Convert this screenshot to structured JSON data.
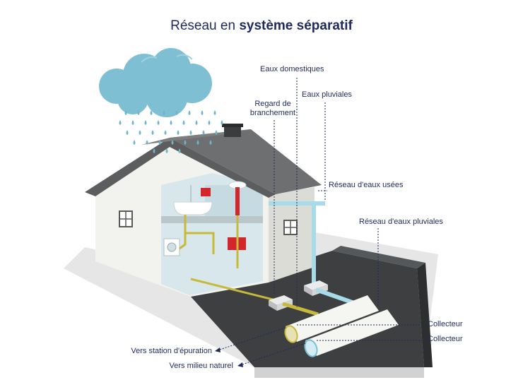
{
  "title": {
    "prefix": "Réseau en ",
    "bold": "système séparatif"
  },
  "labels": {
    "eaux_domestiques": "Eaux domestiques",
    "eaux_pluviales": "Eaux pluviales",
    "regard_line1": "Regard de",
    "regard_line2": "branchement",
    "reseau_eaux_usees": "Réseau d'eaux usées",
    "reseau_eaux_pluviales": "Réseau d'eaux pluviales",
    "collecteur_1": "Collecteur",
    "collecteur_2": "Collecteur",
    "vers_station": "Vers station d'épuration",
    "vers_milieu": "Vers milieu naturel"
  },
  "colors": {
    "title_text": "#1f2a5c",
    "cloud": "#7fbfd3",
    "rain": "#6fb4cc",
    "roof": "#6e6f70",
    "wall": "#f2f2ee",
    "ground": "#e4e4e4",
    "trench": "#3d3f41",
    "pipe_blue": "#a8dbe9",
    "pipe_yellow": "#c9b93a",
    "accent_red": "#d3262a"
  }
}
